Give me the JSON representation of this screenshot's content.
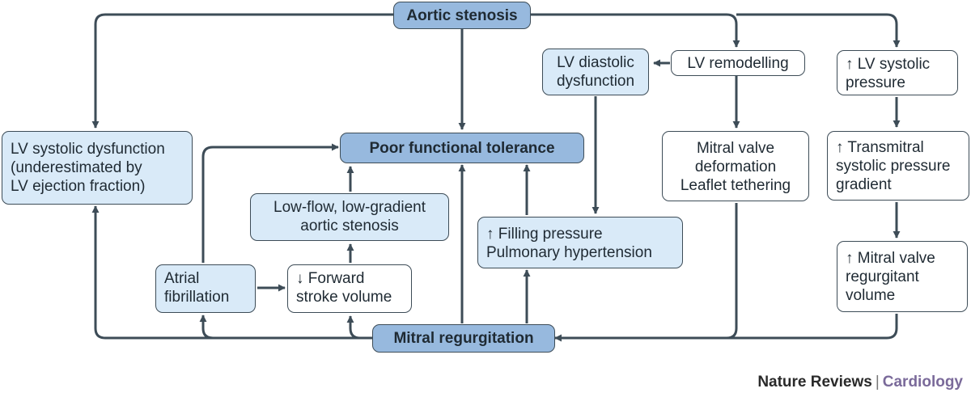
{
  "nodes": {
    "aortic_stenosis": "Aortic stenosis",
    "poor_functional_tolerance": "Poor functional tolerance",
    "mitral_regurgitation": "Mitral regurgitation",
    "lv_systolic_dysfunction": [
      "LV systolic dysfunction",
      "(underestimated by",
      "LV ejection fraction)"
    ],
    "lv_diastolic_dysfunction": [
      "LV diastolic",
      "dysfunction"
    ],
    "lv_remodelling": "LV remodelling",
    "lv_systolic_pressure": [
      "↑ LV systolic",
      "pressure"
    ],
    "mitral_valve_deformation": [
      "Mitral valve",
      "deformation",
      "Leaflet tethering"
    ],
    "transmitral_gradient": [
      "↑ Transmitral",
      "systolic pressure",
      "gradient"
    ],
    "low_flow_low_gradient": [
      "Low-flow, low-gradient",
      "aortic stenosis"
    ],
    "filling_pressure": [
      "↑ Filling pressure",
      "Pulmonary hypertension"
    ],
    "mitral_regurgitant_volume": [
      "↑ Mitral valve",
      "regurgitant",
      "volume"
    ],
    "atrial_fibrillation": [
      "Atrial",
      "fibrillation"
    ],
    "forward_stroke_volume": [
      "↓ Forward",
      "stroke volume"
    ]
  },
  "footer": {
    "journal": "Nature Reviews",
    "separator": "|",
    "section": "Cardiology"
  },
  "colors": {
    "arrow": "#3d4c57",
    "dark_box": "#97b9de",
    "light_box": "#d9eaf8",
    "section": "#7a6a9a"
  }
}
